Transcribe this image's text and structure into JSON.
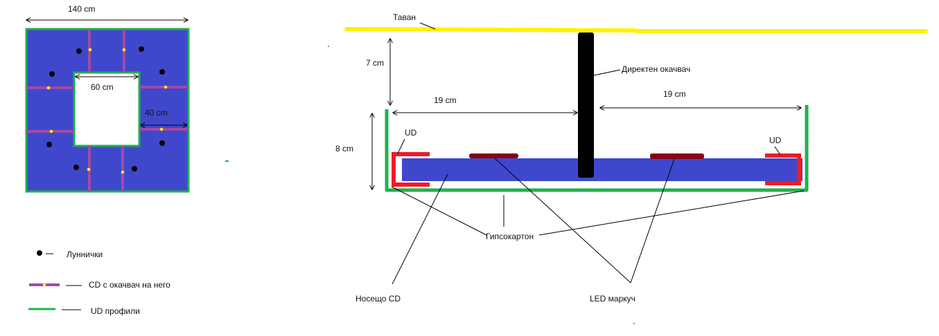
{
  "colors": {
    "panel_fill": "#3f48cc",
    "ud_profile": "#22b14c",
    "cd_profile": "#a349a4",
    "hanger_mark": "#fff200",
    "ceiling": "#fff200",
    "hanger_rod": "#000000",
    "ud_cap": "#ed1c24",
    "led_strip": "#880015",
    "leader_line": "#000000"
  },
  "plan": {
    "dim_outer": "140 cm",
    "dim_inner": "60 cm",
    "dim_side": "40 cm"
  },
  "legend": {
    "items": [
      {
        "label": "Луннички",
        "symbol": "dot"
      },
      {
        "label": "CD с окачвач на него",
        "symbol": "cd-line"
      },
      {
        "label": "UD профили",
        "symbol": "ud-line"
      }
    ]
  },
  "section": {
    "ceiling_label": "Таван",
    "hanger_label": "Директен окачвач",
    "dim_gap": "7 cm",
    "dim_height": "8 cm",
    "dim_left": "19 cm",
    "dim_right": "19 cm",
    "ud_left": "UD",
    "ud_right": "UD",
    "drywall_label": "Гипсокартон",
    "carrier_label": "Носещо CD",
    "led_label": "LED маркуч"
  }
}
